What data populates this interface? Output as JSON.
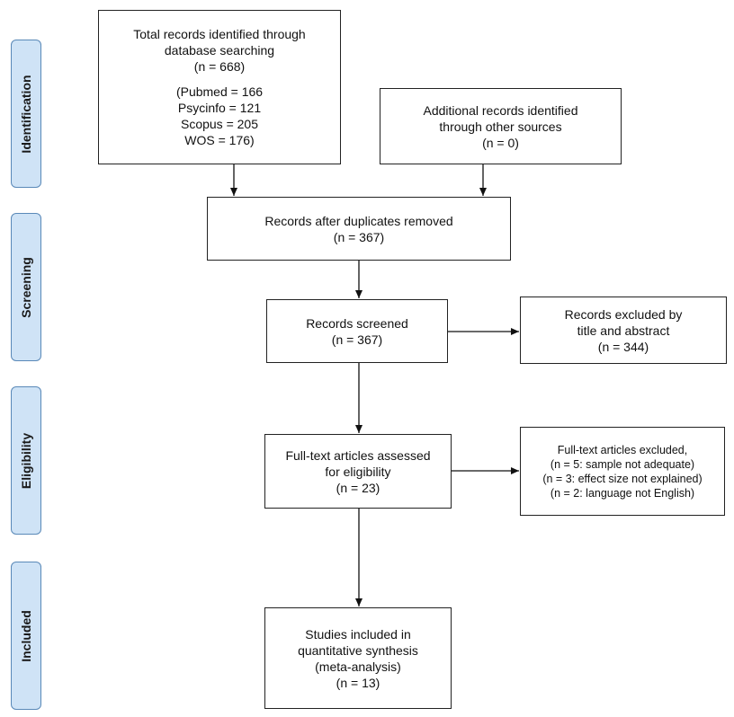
{
  "phases": {
    "identification": "Identification",
    "screening": "Screening",
    "eligibility": "Eligibility",
    "included": "Included"
  },
  "boxes": {
    "database": {
      "line1": "Total records identified through",
      "line2": "database searching",
      "count": "(n = 668)",
      "sources": [
        "(Pubmed = 166",
        "Psycinfo = 121",
        "Scopus = 205",
        "WOS = 176)"
      ]
    },
    "other": {
      "line1": "Additional records identified",
      "line2": "through other sources",
      "count": "(n = 0)"
    },
    "dedup": {
      "line1": "Records after duplicates removed",
      "count": "(n = 367)"
    },
    "screened": {
      "line1": "Records screened",
      "count": "(n = 367)"
    },
    "excluded_title": {
      "line1": "Records excluded by",
      "line2": "title and abstract",
      "count": "(n = 344)"
    },
    "fulltext": {
      "line1": "Full-text articles assessed",
      "line2": "for eligibility",
      "count": "(n = 23)"
    },
    "excluded_fulltext": {
      "line1": "Full-text articles excluded,",
      "reasons": [
        "(n = 5: sample not adequate)",
        "(n = 3: effect size not explained)",
        "(n = 2: language not English)"
      ]
    },
    "included": {
      "line1": "Studies included in",
      "line2": "quantitative synthesis",
      "line3": "(meta-analysis)",
      "count": "(n = 13)"
    }
  }
}
